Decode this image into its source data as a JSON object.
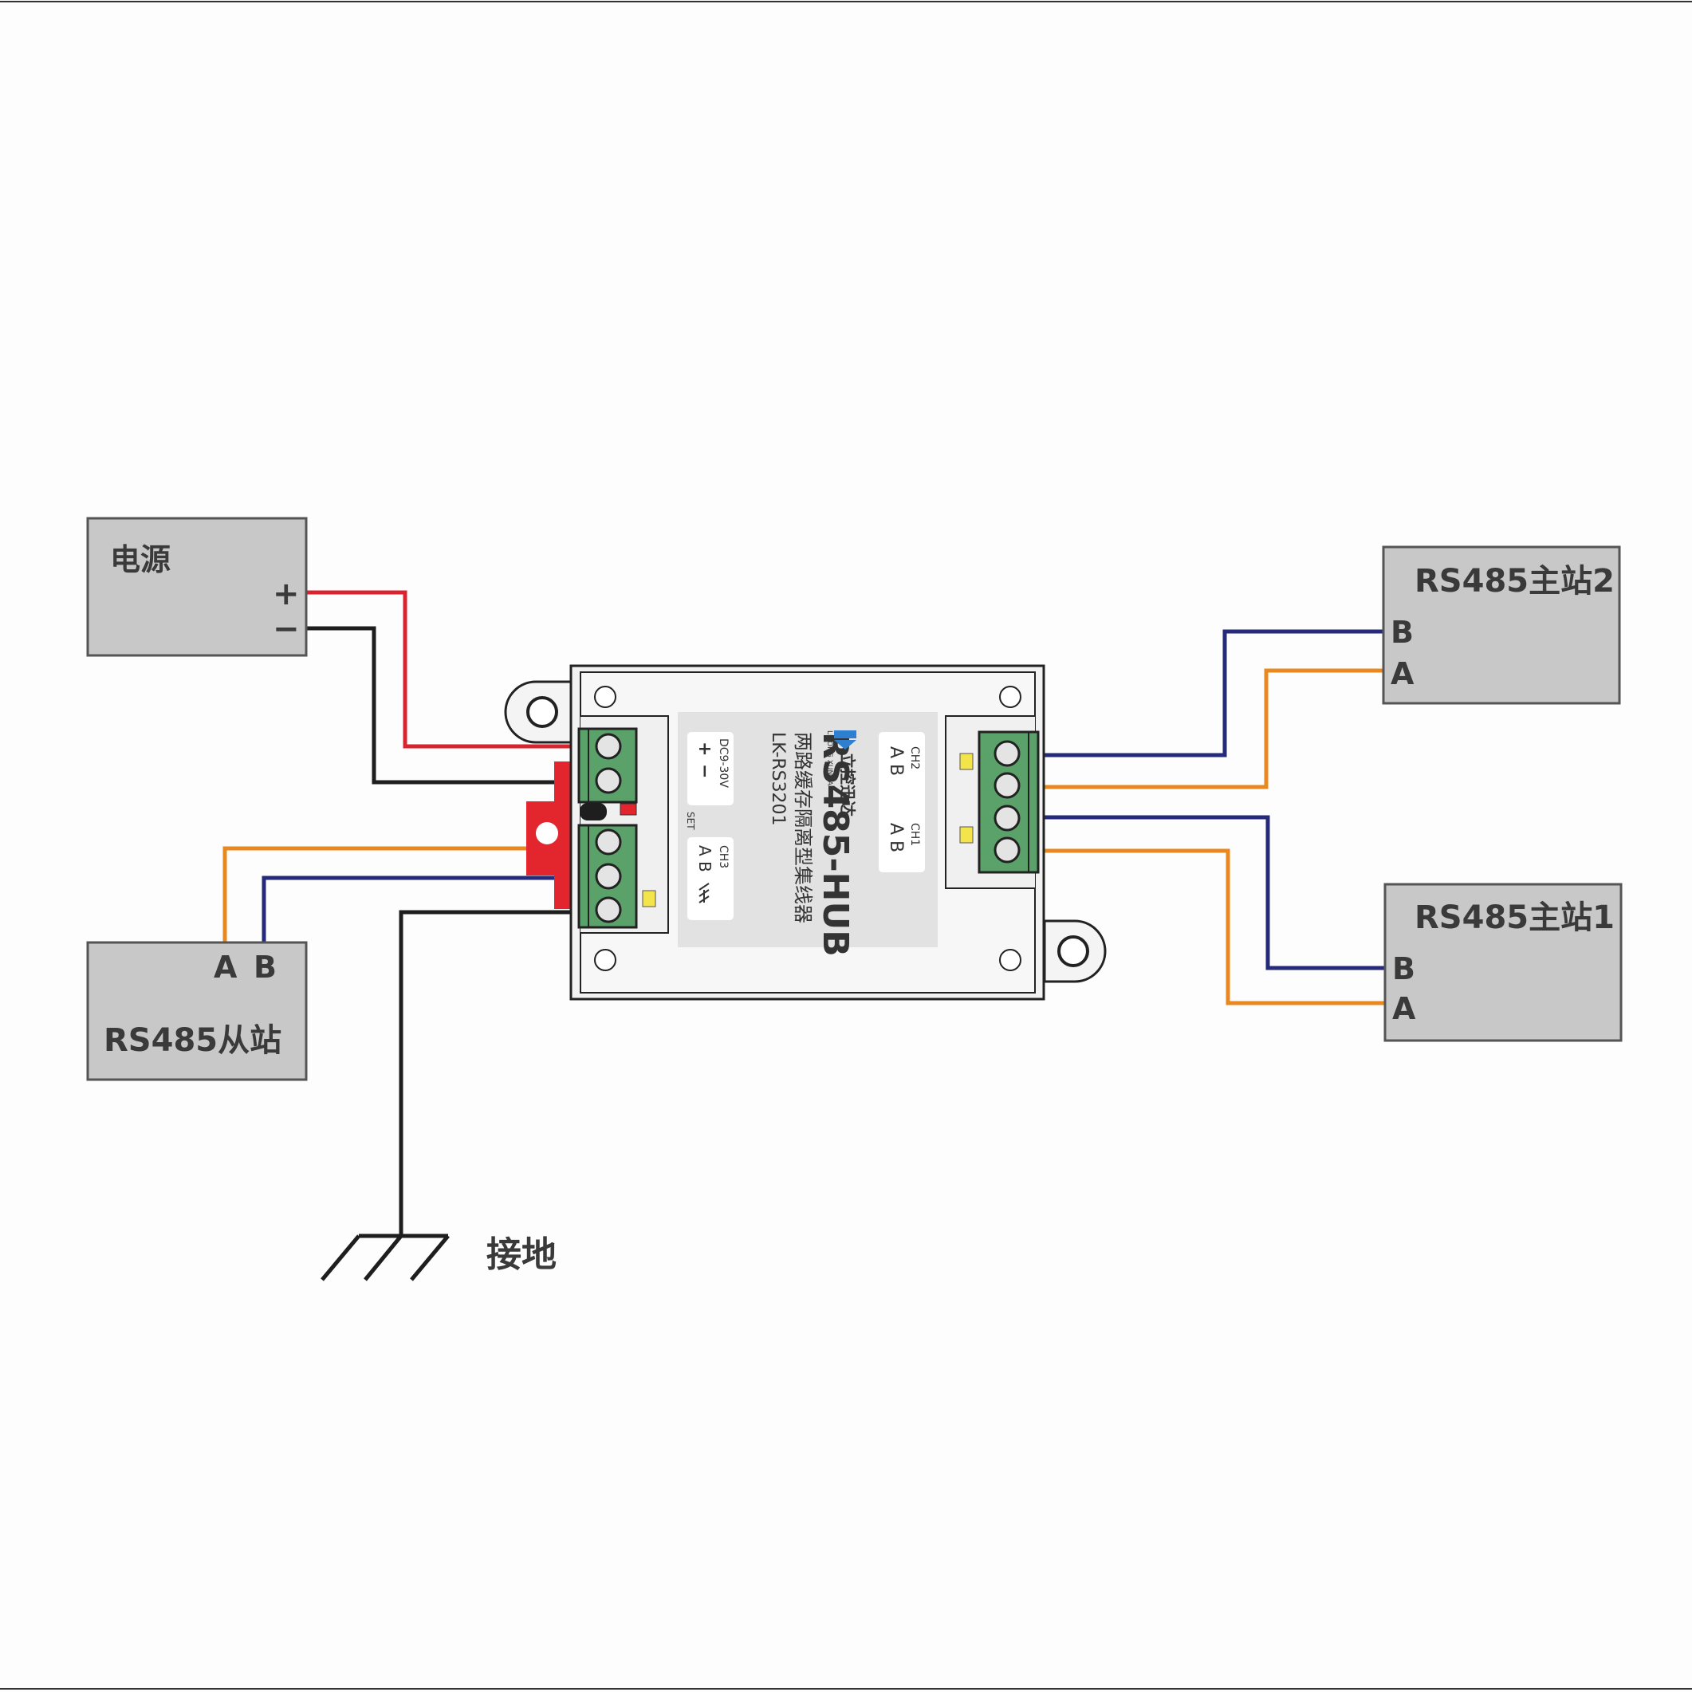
{
  "colors": {
    "red_wire": "#d9232e",
    "black_wire": "#1e1e1e",
    "blue_wire": "#262a7a",
    "orange_wire": "#e8891f",
    "box_fill": "#c8c8c8",
    "terminal_green": "#5aa16a",
    "bracket_red": "#e3262e",
    "led_yellow": "#f2e44a",
    "logo_blue": "#2f7fd0"
  },
  "power_supply": {
    "label": "电源",
    "plus": "+",
    "minus": "−"
  },
  "slave": {
    "label": "RS485从站",
    "pin_a": "A",
    "pin_b": "B"
  },
  "master2": {
    "label": "RS485主站2",
    "pin_b": "B",
    "pin_a": "A"
  },
  "master1": {
    "label": "RS485主站1",
    "pin_b": "B",
    "pin_a": "A"
  },
  "ground": {
    "label": "接地"
  },
  "device": {
    "title": "RS485-HUB",
    "subtitle": "两路缓存隔离型集线器",
    "model": "LK-RS3201",
    "brand": "立控迅达",
    "brand_en": "LIKONG XUNDA",
    "power_label": "DC9-30V",
    "power_plus": "+",
    "power_minus": "−",
    "set_label": "SET",
    "ch3_label": "CH3",
    "ch3_pins": "A B",
    "ch2_label": "CH2",
    "ch2_pins": "A B",
    "ch1_label": "CH1",
    "ch1_pins": "A B"
  }
}
